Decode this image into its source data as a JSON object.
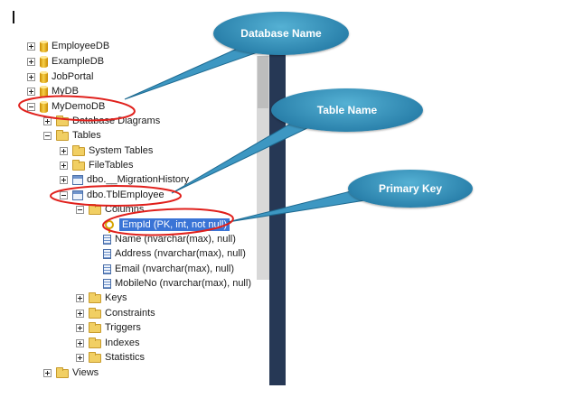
{
  "tree": {
    "items": [
      {
        "label": "EmployeeDB",
        "icon": "database-icon",
        "expander": "plus"
      },
      {
        "label": "ExampleDB",
        "icon": "database-icon",
        "expander": "plus"
      },
      {
        "label": "JobPortal",
        "icon": "database-icon",
        "expander": "plus"
      },
      {
        "label": "MyDB",
        "icon": "database-icon",
        "expander": "plus"
      },
      {
        "label": "MyDemoDB",
        "icon": "database-icon",
        "expander": "minus"
      },
      {
        "label": "Database Diagrams",
        "icon": "folder-icon",
        "expander": "plus"
      },
      {
        "label": "Tables",
        "icon": "folder-icon",
        "expander": "minus"
      },
      {
        "label": "System Tables",
        "icon": "folder-icon",
        "expander": "plus"
      },
      {
        "label": "FileTables",
        "icon": "folder-icon",
        "expander": "plus"
      },
      {
        "label": "dbo.__MigrationHistory",
        "icon": "table-icon",
        "expander": "plus"
      },
      {
        "label": "dbo.TblEmployee",
        "icon": "table-icon",
        "expander": "minus"
      },
      {
        "label": "Columns",
        "icon": "folder-icon",
        "expander": "minus"
      },
      {
        "label": "EmpId (PK, int, not null)",
        "icon": "primary-key-icon",
        "expander": "none",
        "selected": true
      },
      {
        "label": "Name (nvarchar(max), null)",
        "icon": "column-icon",
        "expander": "none"
      },
      {
        "label": "Address (nvarchar(max), null)",
        "icon": "column-icon",
        "expander": "none"
      },
      {
        "label": "Email (nvarchar(max), null)",
        "icon": "column-icon",
        "expander": "none"
      },
      {
        "label": "MobileNo (nvarchar(max), null)",
        "icon": "column-icon",
        "expander": "none"
      },
      {
        "label": "Keys",
        "icon": "folder-icon",
        "expander": "plus"
      },
      {
        "label": "Constraints",
        "icon": "folder-icon",
        "expander": "plus"
      },
      {
        "label": "Triggers",
        "icon": "folder-icon",
        "expander": "plus"
      },
      {
        "label": "Indexes",
        "icon": "folder-icon",
        "expander": "plus"
      },
      {
        "label": "Statistics",
        "icon": "folder-icon",
        "expander": "plus"
      },
      {
        "label": "Views",
        "icon": "folder-icon",
        "expander": "plus"
      }
    ]
  },
  "callouts": {
    "database_name": "Database Name",
    "table_name": "Table Name",
    "primary_key": "Primary Key"
  },
  "colors": {
    "callout": "#2b82ac",
    "annotation": "#e0201c",
    "selection": "#3a74d6",
    "sidebar_bar": "#263855"
  }
}
